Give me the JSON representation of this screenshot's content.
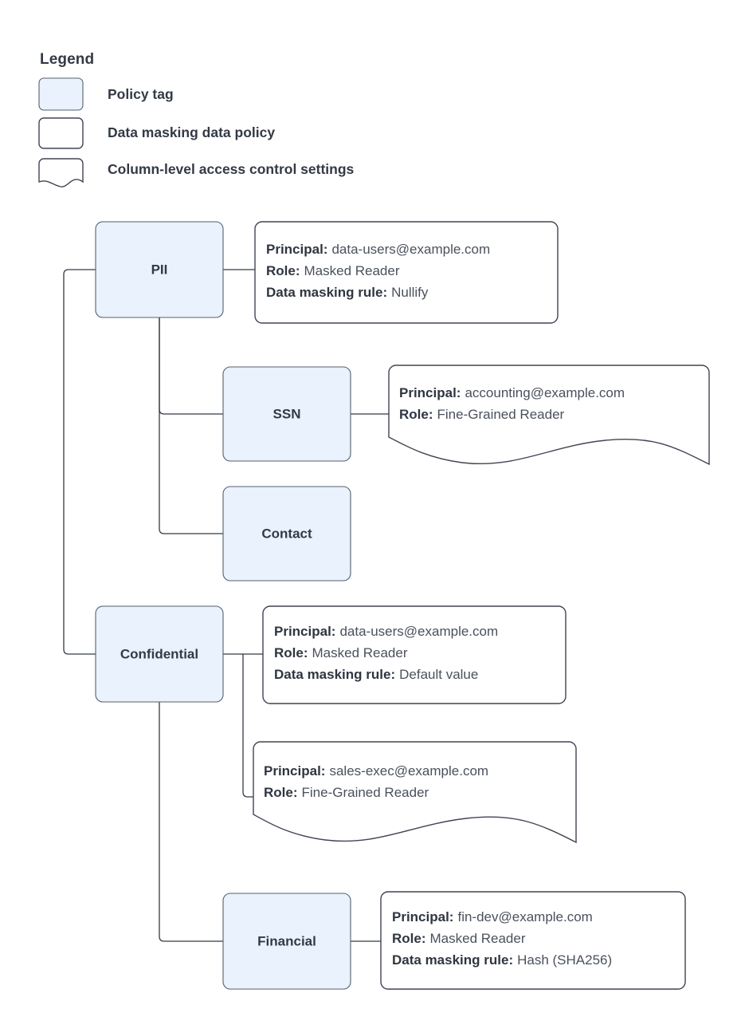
{
  "legend": {
    "title": "Legend",
    "items": [
      {
        "shape": "rounded-rect-filled",
        "label": "Policy tag",
        "fill": "#e9f2fd"
      },
      {
        "shape": "rounded-rect-plain",
        "label": "Data masking data policy",
        "fill": "#ffffff"
      },
      {
        "shape": "document-wavy",
        "label": "Column-level access control settings",
        "fill": "#ffffff"
      }
    ]
  },
  "colors": {
    "policy_tag_fill": "#e9f2fd",
    "policy_tag_stroke": "#56606e",
    "box_stroke": "#404552",
    "connector": "#333a45",
    "text": "#333a45",
    "value_text": "#4a515c",
    "background": "#ffffff"
  },
  "nodes": [
    {
      "id": "pii",
      "label": "PII"
    },
    {
      "id": "ssn",
      "label": "SSN"
    },
    {
      "id": "contact",
      "label": "Contact"
    },
    {
      "id": "confidential",
      "label": "Confidential"
    },
    {
      "id": "financial",
      "label": "Financial"
    }
  ],
  "labels": {
    "principal": "Principal:",
    "role": "Role:",
    "rule": "Data masking rule:"
  },
  "policies": {
    "pii_masking": {
      "kind": "data-masking-data-policy",
      "principal": "data-users@example.com",
      "role": "Masked Reader",
      "rule": "Nullify"
    },
    "ssn_column_acl": {
      "kind": "column-level-access-control-settings",
      "principal": "accounting@example.com",
      "role": "Fine-Grained Reader"
    },
    "confidential_masking": {
      "kind": "data-masking-data-policy",
      "principal": "data-users@example.com",
      "role": "Masked Reader",
      "rule": "Default value"
    },
    "confidential_column_acl": {
      "kind": "column-level-access-control-settings",
      "principal": "sales-exec@example.com",
      "role": "Fine-Grained Reader"
    },
    "financial_masking": {
      "kind": "data-masking-data-policy",
      "principal": "fin-dev@example.com",
      "role": "Masked Reader",
      "rule": "Hash (SHA256)"
    }
  }
}
